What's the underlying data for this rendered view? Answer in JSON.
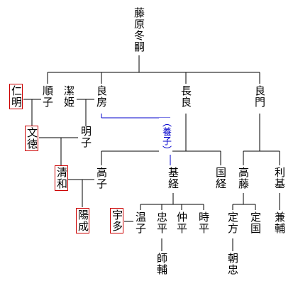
{
  "people": {
    "fuyutsugu": "藤原冬嗣",
    "nagayoshi": "長良",
    "yoshifusa": "良房",
    "yoshikado": "良門",
    "kiyoshi": "潔姫",
    "junshi": "順子",
    "ninmyo": "仁明",
    "montoku": "文徳",
    "akirakeiko": "明子",
    "seiwa": "清和",
    "takaiko": "高子",
    "mototsune": "基経",
    "kunitsune": "国経",
    "takafuji": "高藤",
    "toshimoto": "利基",
    "yozei": "陽成",
    "uda": "宇多",
    "onshi": "温子",
    "tadahira": "忠平",
    "nakahira": "仲平",
    "tokihira": "時平",
    "sadakata": "定方",
    "sadakuni": "定国",
    "kanesuke": "兼輔",
    "morosuke": "師輔",
    "asatada": "朝忠"
  },
  "labels": {
    "adoption": "（養子）"
  },
  "colors": {
    "line": "#000000",
    "adoption_line": "#0000cc",
    "emperor_border": "#cc0000"
  }
}
